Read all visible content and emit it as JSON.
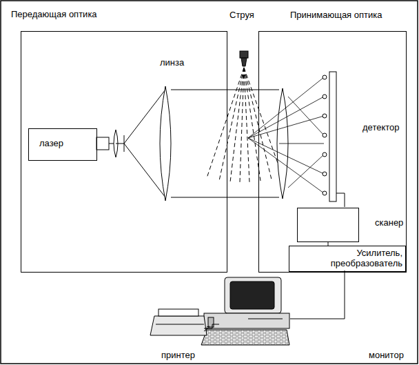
{
  "diagram": {
    "nodes": [
      {
        "text": [
          "Передающая оптика"
        ]
      },
      {
        "text": [
          "Принимающая оптика"
        ]
      },
      {
        "text": [
          "лазер"
        ],
        "in": 0
      },
      {
        "text": [
          "сканер"
        ],
        "in": 1
      },
      {
        "text": [
          "Усилитель, преобразователь"
        ],
        "in": 1
      }
    ],
    "edges": [
      {
        "from": 3,
        "to": 4,
        "arrow": "none"
      }
    ],
    "labels": [
      "Струя",
      "линза",
      "детектор",
      "принтер",
      "монитор"
    ]
  }
}
